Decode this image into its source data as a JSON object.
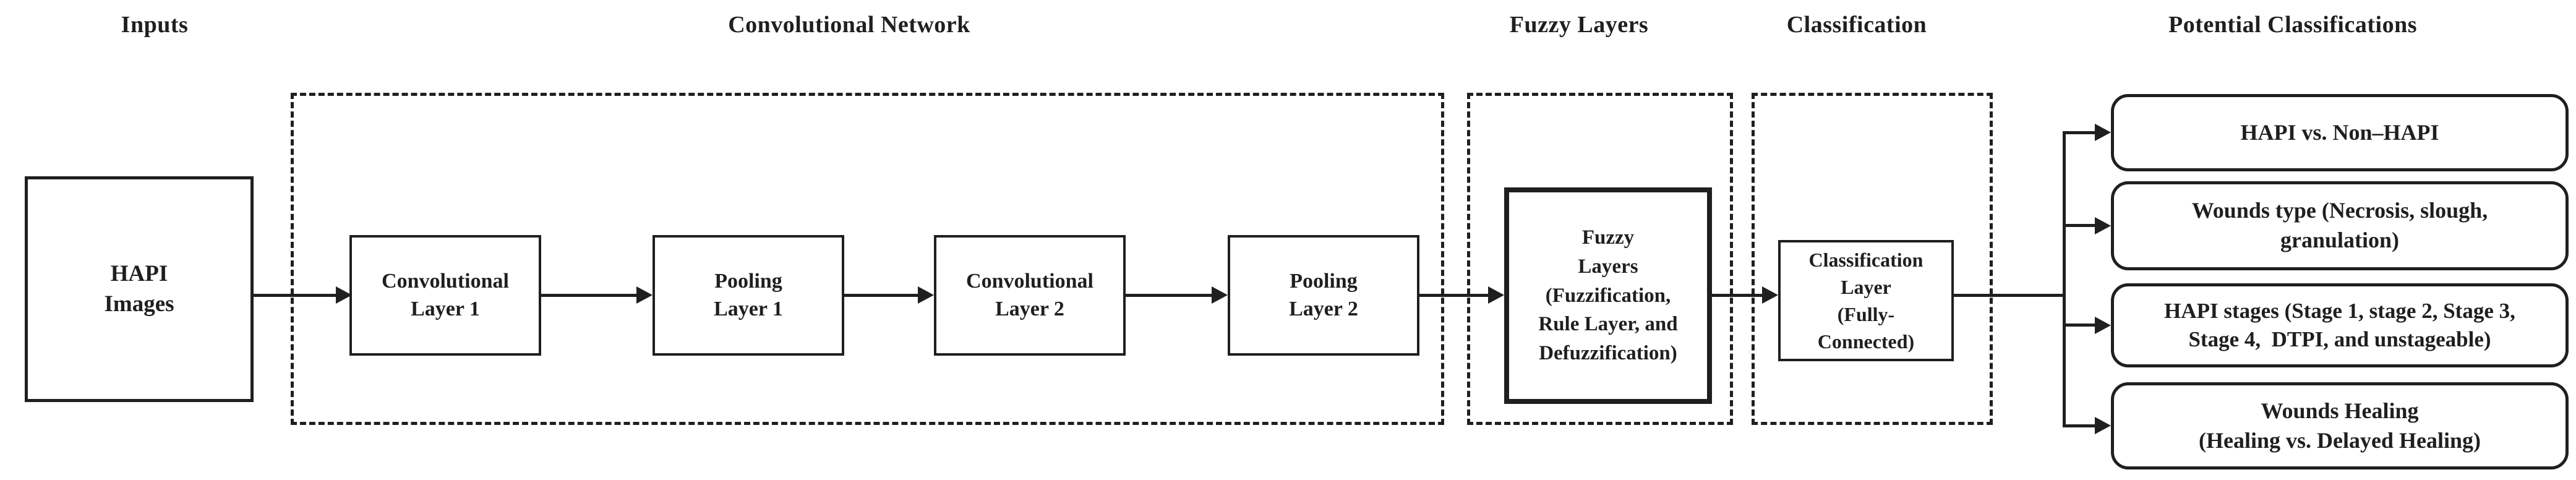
{
  "figure": {
    "background": "#ffffff",
    "stroke_color": "#1f1f1f",
    "section_labels": {
      "inputs": "Inputs",
      "convolutional_network": "Convolutional Network",
      "fuzzy_layers": "Fuzzy Layers",
      "classification": "Classification",
      "potential_classifications": "Potential Classifications"
    },
    "nodes": {
      "hapi_images": "HAPI\nImages",
      "conv_layer_1": "Convolutional\nLayer 1",
      "pooling_layer_1": "Pooling\nLayer 1",
      "conv_layer_2": "Convolutional\nLayer 2",
      "pooling_layer_2": "Pooling\nLayer 2",
      "fuzzy_layers": "Fuzzy\nLayers\n(Fuzzification,\nRule Layer, and\nDefuzzification)",
      "classification_layer": "Classification\nLayer\n(Fully-\nConnected)"
    },
    "output_boxes": [
      "HAPI vs. Non–HAPI",
      "Wounds type (Necrosis, slough,\ngranulation)",
      "HAPI stages (Stage 1, stage 2, Stage 3,\nStage 4,  DTPI, and unstageable)",
      "Wounds Healing\n(Healing vs. Delayed Healing)"
    ]
  }
}
